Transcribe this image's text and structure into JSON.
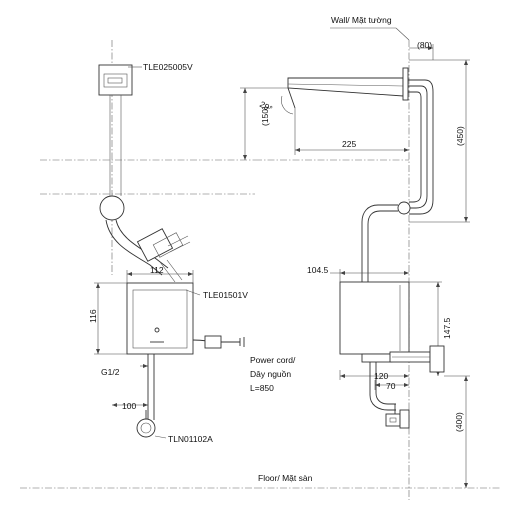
{
  "labels": {
    "wall": "Wall/ Mặt tường",
    "floor": "Floor/ Mặt sàn",
    "sensor_model": "TLE025005V",
    "control_box_model": "TLE01501V",
    "stop_valve_model": "TLN01102A",
    "power_cord_line1": "Power cord/",
    "power_cord_line2": "Dây nguồn",
    "power_cord_line3": "L=850",
    "thread": "G1/2"
  },
  "dimensions": {
    "wall_offset": "(80)",
    "spout_height": "(150)",
    "spout_angle": "29°",
    "spout_reach": "225",
    "overall_height": "(450)",
    "box_top_width": "112",
    "box_height_left": "116",
    "box_depth": "104.5",
    "box_height_right": "147.5",
    "valve_offset_a": "120",
    "valve_offset_b": "70",
    "floor_height": "(400)",
    "outlet_offset": "100"
  }
}
